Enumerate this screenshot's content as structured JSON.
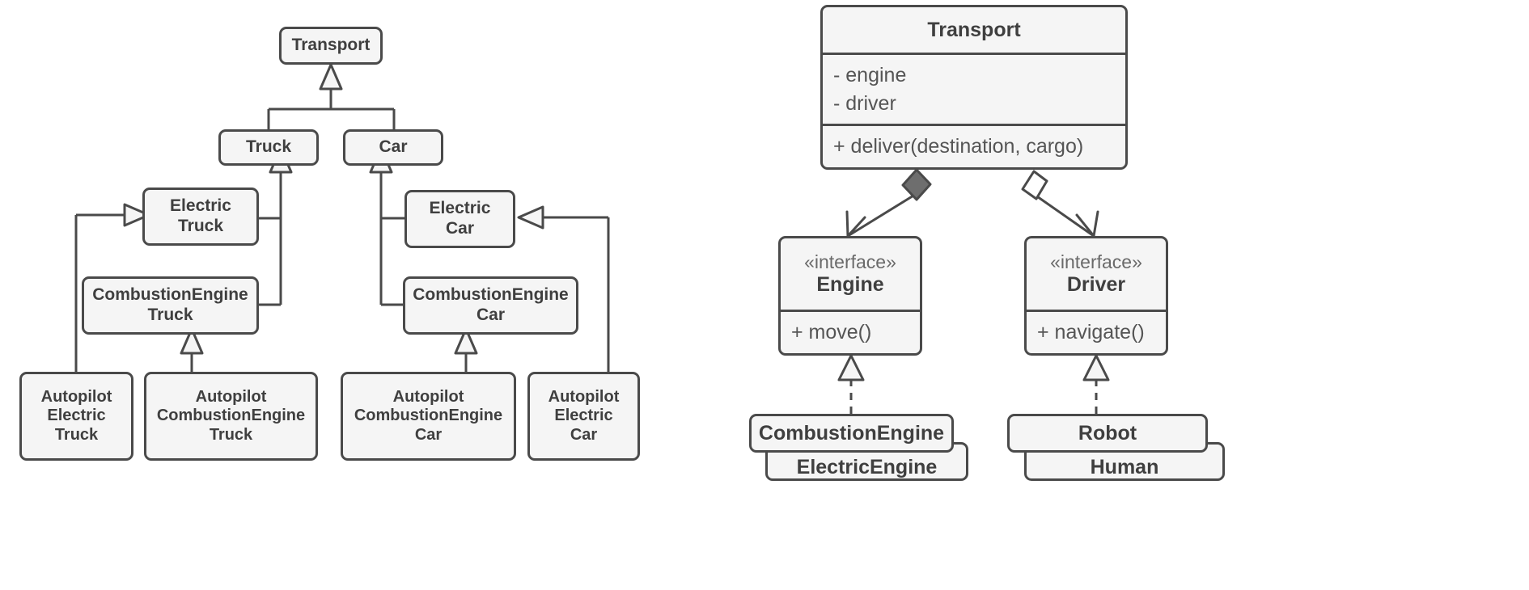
{
  "diagram": {
    "kind": "uml-class-diagram",
    "colors": {
      "stroke": "#4a4a4a",
      "fill": "#f5f5f5",
      "text": "#3f3f3f",
      "muted_text": "#6a6a6a",
      "background": "#ffffff",
      "composition_diamond_fill": "#6e6e6e",
      "aggregation_diamond_fill": "#ffffff"
    }
  },
  "left_diagram": {
    "name": "class-explosion-inheritance-tree",
    "root": {
      "label": "Transport"
    },
    "level2": [
      {
        "label": "Truck"
      },
      {
        "label": "Car"
      }
    ],
    "level3": [
      {
        "label": "Electric\nTruck"
      },
      {
        "label": "CombustionEngine\nTruck"
      },
      {
        "label": "Electric\nCar"
      },
      {
        "label": "CombustionEngine\nCar"
      }
    ],
    "level4": [
      {
        "label": "Autopilot\nElectric\nTruck"
      },
      {
        "label": "Autopilot\nCombustionEngine\nTruck"
      },
      {
        "label": "Autopilot\nCombustionEngine\nCar"
      },
      {
        "label": "Autopilot\nElectric\nCar"
      }
    ],
    "relations": [
      {
        "type": "generalization",
        "from": "Truck",
        "to": "Transport"
      },
      {
        "type": "generalization",
        "from": "Car",
        "to": "Transport"
      },
      {
        "type": "generalization",
        "from": "ElectricTruck",
        "to": "Truck"
      },
      {
        "type": "generalization",
        "from": "CombustionEngineTruck",
        "to": "Truck"
      },
      {
        "type": "generalization",
        "from": "ElectricCar",
        "to": "Car"
      },
      {
        "type": "generalization",
        "from": "CombustionEngineCar",
        "to": "Car"
      },
      {
        "type": "generalization",
        "from": "AutopilotElectricTruck",
        "to": "ElectricTruck"
      },
      {
        "type": "generalization",
        "from": "AutopilotCombustionEngineTruck",
        "to": "CombustionEngineTruck"
      },
      {
        "type": "generalization",
        "from": "AutopilotCombustionEngineCar",
        "to": "CombustionEngineCar"
      },
      {
        "type": "generalization",
        "from": "AutopilotElectricCar",
        "to": "ElectricCar"
      }
    ]
  },
  "right_diagram": {
    "name": "composition-over-inheritance",
    "transport": {
      "label": "Transport",
      "fields": [
        "- engine",
        "- driver"
      ],
      "methods": [
        "+ deliver(destination, cargo)"
      ]
    },
    "engine_interface": {
      "stereotype": "«interface»",
      "label": "Engine",
      "methods": [
        "+ move()"
      ]
    },
    "driver_interface": {
      "stereotype": "«interface»",
      "label": "Driver",
      "methods": [
        "+ navigate()"
      ]
    },
    "engine_impls": [
      {
        "label": "CombustionEngine"
      },
      {
        "label": "ElectricEngine"
      }
    ],
    "driver_impls": [
      {
        "label": "Robot"
      },
      {
        "label": "Human"
      }
    ],
    "relations": [
      {
        "type": "composition",
        "from": "Transport",
        "to": "Engine",
        "marker": "filled-diamond"
      },
      {
        "type": "aggregation",
        "from": "Transport",
        "to": "Driver",
        "marker": "hollow-diamond"
      },
      {
        "type": "realization",
        "from": "CombustionEngine",
        "to": "Engine",
        "marker": "dashed-hollow-triangle"
      },
      {
        "type": "realization",
        "from": "ElectricEngine",
        "to": "Engine",
        "marker": "dashed-hollow-triangle"
      },
      {
        "type": "realization",
        "from": "Robot",
        "to": "Driver",
        "marker": "dashed-hollow-triangle"
      },
      {
        "type": "realization",
        "from": "Human",
        "to": "Driver",
        "marker": "dashed-hollow-triangle"
      }
    ]
  }
}
